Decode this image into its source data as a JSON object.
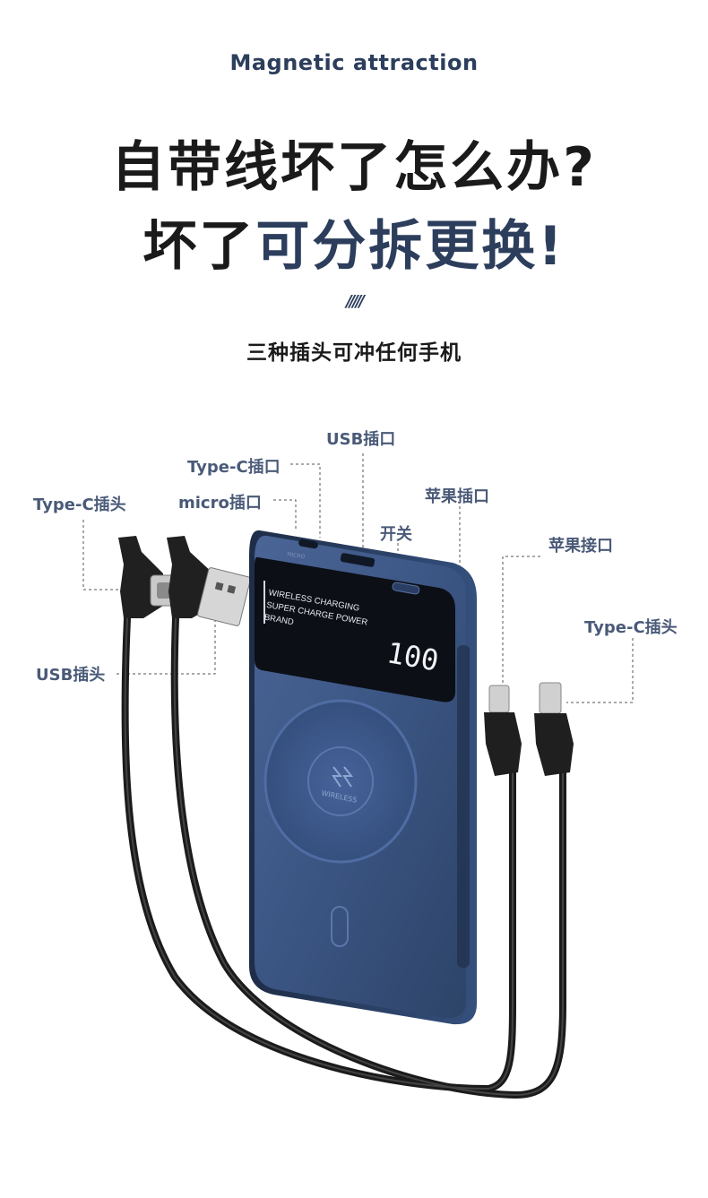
{
  "header": {
    "subtitle_en": "Magnetic attraction",
    "headline_line1": "自带线坏了怎么办?",
    "headline_line2_prefix": "坏了",
    "headline_line2_accent": "可分拆更换!",
    "divider": "/////",
    "tagline": "三种插头可冲任何手机"
  },
  "callouts": {
    "usb_port": "USB插口",
    "type_c_port": "Type-C插口",
    "micro_port": "micro插口",
    "type_c_plug_left": "Type-C插头",
    "usb_plug": "USB插头",
    "apple_port": "苹果插口",
    "switch": "开关",
    "apple_connector": "苹果接口",
    "type_c_plug_right": "Type-C插头"
  },
  "device": {
    "screen_line1": "WIRELESS CHARGING",
    "screen_line2": "SUPER CHARGE POWER",
    "screen_line3": "BRAND",
    "display_value": "100",
    "pad_label": "WIRELESS",
    "side_label": "MICRO"
  },
  "colors": {
    "accent": "#2c3e5c",
    "device_body": "#3b5583",
    "device_edge": "#243656",
    "label": "#4a5a78"
  }
}
